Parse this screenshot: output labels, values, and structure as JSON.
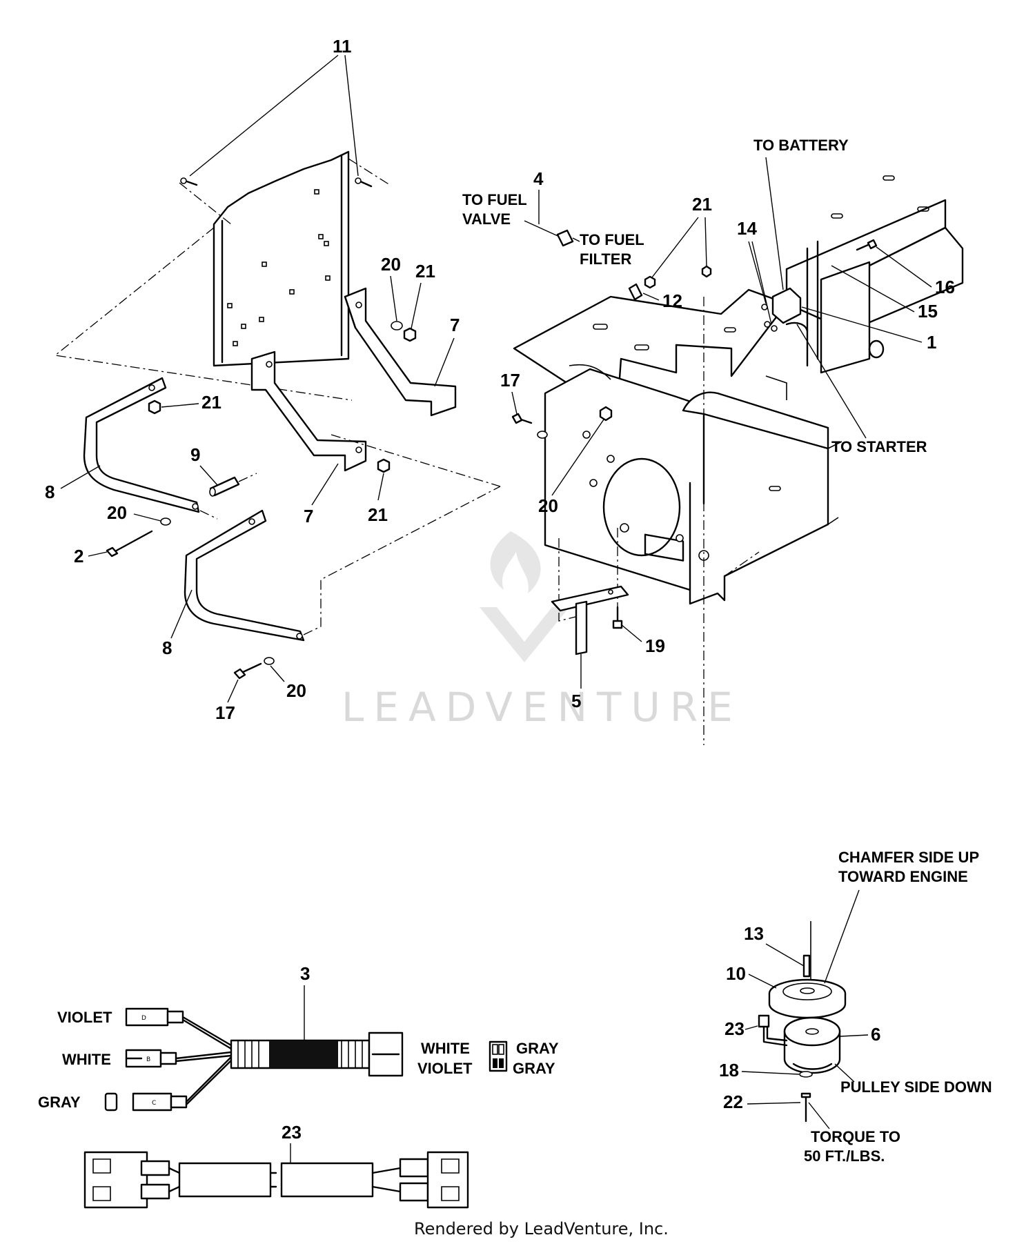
{
  "watermark": "LEADVENTURE",
  "footer": "Rendered by LeadVenture, Inc.",
  "callouts": {
    "n11": "11",
    "n4": "4",
    "n21a": "21",
    "n14": "14",
    "n16": "16",
    "n15": "15",
    "n1": "1",
    "n12": "12",
    "n20a": "20",
    "n21b": "21",
    "n7a": "7",
    "n21c": "21",
    "n17a": "17",
    "n9": "9",
    "n8a": "8",
    "n7b": "7",
    "n21d": "21",
    "n20b": "20",
    "n20c": "20",
    "n2": "2",
    "n8b": "8",
    "n19": "19",
    "n5": "5",
    "n17b": "17",
    "n20d": "20",
    "n3": "3",
    "n23a": "23",
    "n13": "13",
    "n10": "10",
    "n23b": "23",
    "n6": "6",
    "n18": "18",
    "n22": "22"
  },
  "notes": {
    "to_battery": "TO BATTERY",
    "to_fuel_valve_1": "TO FUEL",
    "to_fuel_valve_2": "VALVE",
    "to_fuel_filter_1": "TO FUEL",
    "to_fuel_filter_2": "FILTER",
    "to_starter": "TO STARTER",
    "chamfer_1": "CHAMFER SIDE UP",
    "chamfer_2": "TOWARD ENGINE",
    "pulley_side": "PULLEY SIDE DOWN",
    "torque_1": "TORQUE TO",
    "torque_2": "50 FT./LBS."
  },
  "wires": {
    "violet_left": "VIOLET",
    "white_left": "WHITE",
    "gray_left": "GRAY",
    "white_right": "WHITE",
    "violet_right": "VIOLET",
    "gray_right_1": "GRAY",
    "gray_right_2": "GRAY",
    "pin_d": "D",
    "pin_b": "B",
    "pin_c": "C"
  }
}
